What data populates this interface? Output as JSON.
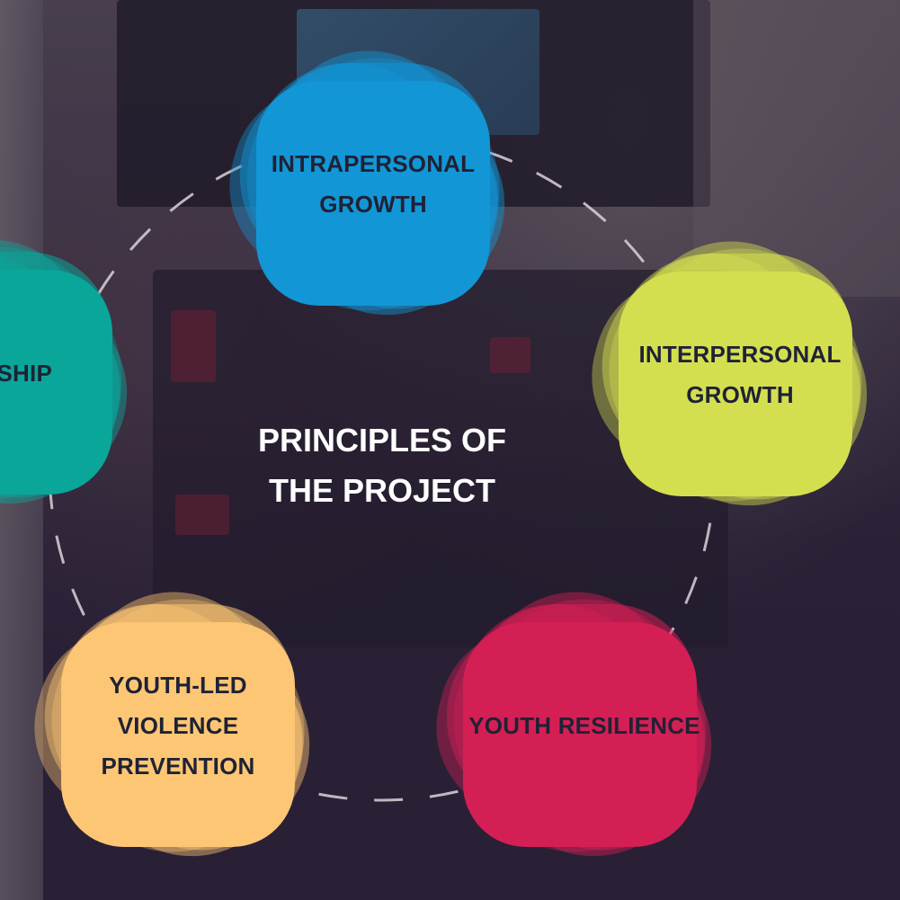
{
  "title": "PRINCIPLES OF THE PROJECT",
  "title_lines": [
    "PRINCIPLES OF",
    "THE PROJECT"
  ],
  "nodes": [
    {
      "id": "intrapersonal",
      "label": "INTRAPERSONAL GROWTH",
      "lines": [
        "INTRAPERSONAL",
        "GROWTH"
      ],
      "color": "#1296d6"
    },
    {
      "id": "interpersonal",
      "label": "INTERPERSONAL GROWTH",
      "lines": [
        "INTERPERSONAL",
        "GROWTH"
      ],
      "color": "#d4df4f"
    },
    {
      "id": "resilience",
      "label": "YOUTH RESILIENCE",
      "lines": [
        "YOUTH RESILIENCE"
      ],
      "color": "#d41f55"
    },
    {
      "id": "violence-prevention",
      "label": "YOUTH-LED VIOLENCE PREVENTION",
      "lines": [
        "YOUTH-LED",
        "VIOLENCE",
        "PREVENTION"
      ],
      "color": "#fdc674"
    },
    {
      "id": "leadership",
      "label": "ERSHIP",
      "lines": [
        "ERSHIP"
      ],
      "color": "#0aa69a"
    }
  ],
  "colors": {
    "title_text": "#ffffff",
    "node_text": "#1f2235",
    "ring": "#d9d4d8"
  }
}
